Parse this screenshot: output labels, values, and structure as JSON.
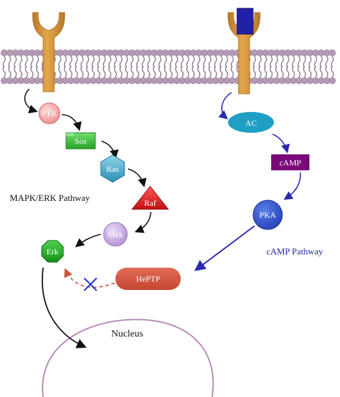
{
  "labels": {
    "mapk_pathway": "MAPK/ERK Pathway",
    "camp_pathway": "cAMP Pathway",
    "nucleus": "Nucleus"
  },
  "nodes": {
    "ptk": "PTK",
    "sos": "Sos",
    "ras": "Ras",
    "raf": "Raf",
    "mek": "Mek",
    "erk": "Erk",
    "ac": "AC",
    "camp": "cAMP",
    "pka": "PKA",
    "heptp": "HePTP"
  },
  "colors": {
    "membrane_head": "#b49ab4",
    "membrane_tail": "#8e7a8e",
    "receptor": "#d79a3a",
    "ligand": "#2121a8",
    "black_arrow": "#111111",
    "blue_arrow": "#2b2bb0",
    "inhibit_arrow": "#c8553d",
    "ptk": "#f0a0a0",
    "sos": "#3cbf3c",
    "ras": "#4aaed0",
    "raf": "#d81818",
    "mek": "#c6a6df",
    "erk": "#1fa31f",
    "ac": "#1f9fc3",
    "camp": "#7a0a7a",
    "pka": "#2f52cf",
    "heptp": "#d05642",
    "block_x": "#1f2fd0",
    "nucleus": "#b88ab8",
    "camp_label": "#1f1f9f"
  },
  "icons": {
    "receptor_left": "receptor-icon",
    "receptor_right": "receptor-icon",
    "ligand": "ligand-icon",
    "block": "inhibition-x-icon"
  }
}
